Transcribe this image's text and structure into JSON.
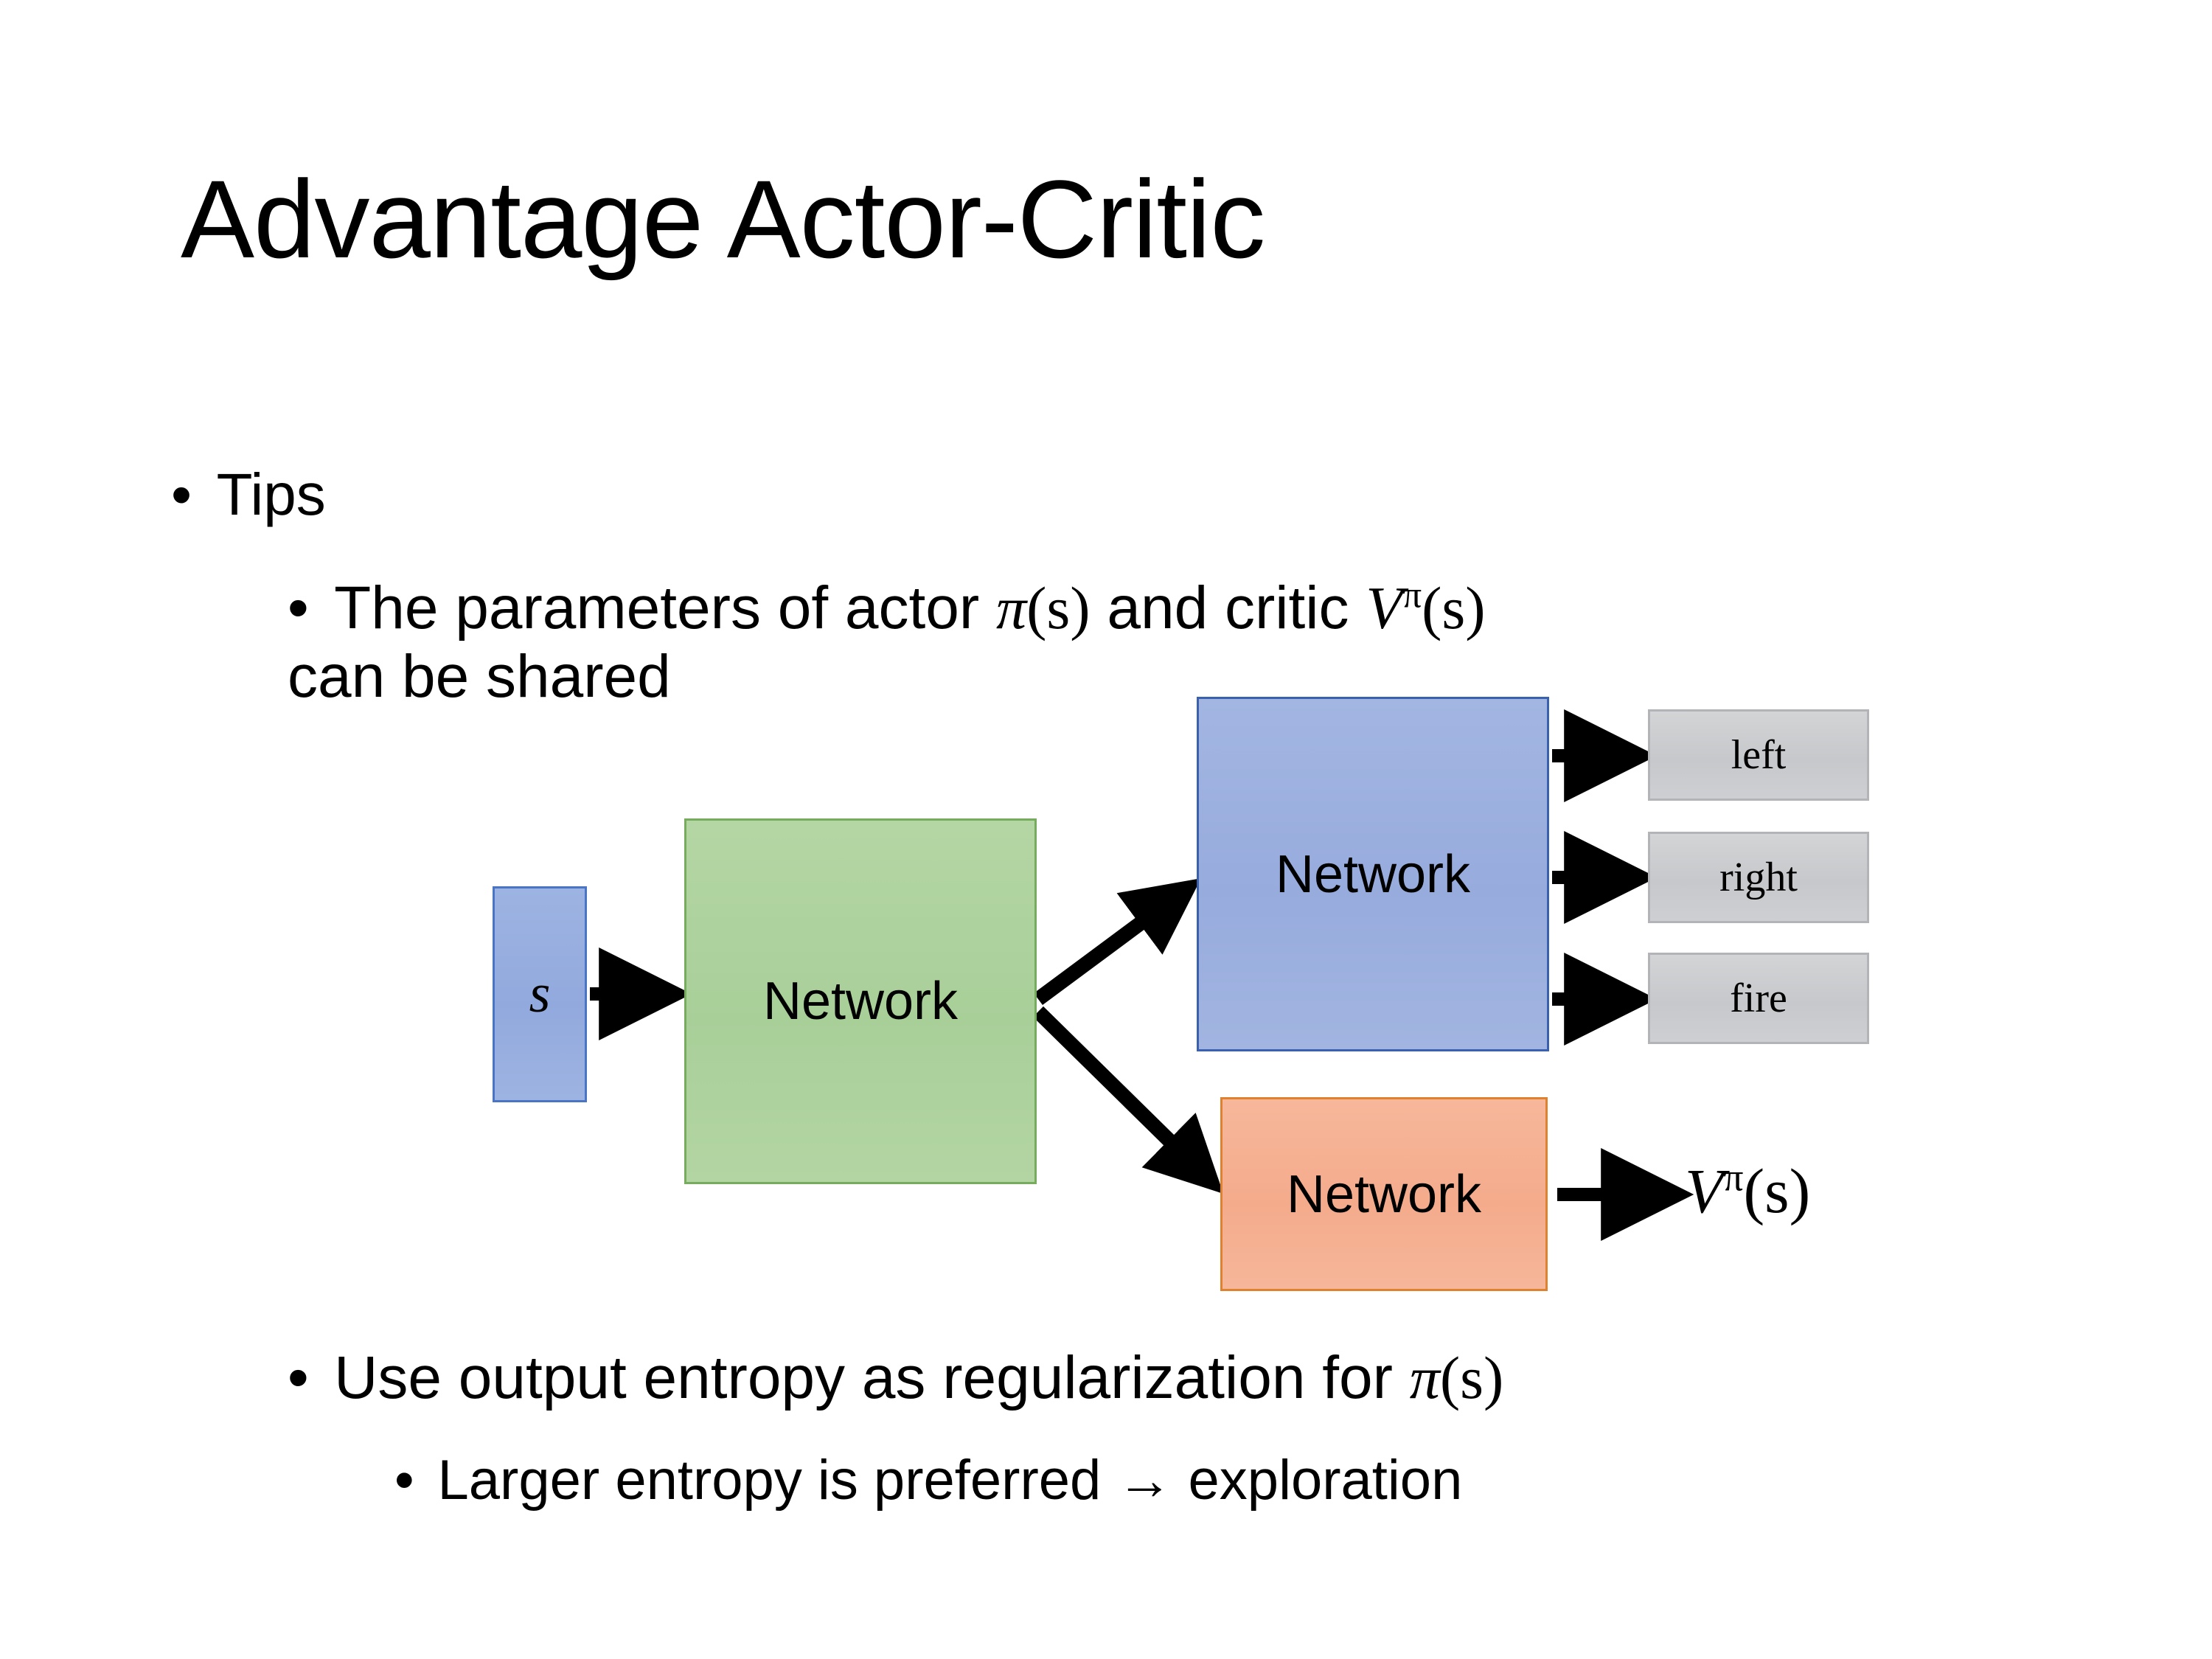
{
  "slide": {
    "title": "Advantage Actor-Critic",
    "background_color": "#ffffff"
  },
  "bullets": {
    "tips": {
      "marker": "•",
      "text": "Tips"
    },
    "shared_params": {
      "marker": "•",
      "text_before_pi": "The parameters of actor ",
      "pi_symbol": "π",
      "pi_arg": "(s)",
      "text_middle": " and critic ",
      "v_symbol": "V",
      "v_superscript": "π",
      "v_arg": "(s)",
      "text_line2": "can be shared"
    },
    "entropy": {
      "marker": "•",
      "text_before_pi": "Use output entropy as regularization for ",
      "pi_symbol": "π",
      "pi_arg": "(s)"
    },
    "larger_entropy": {
      "marker": "•",
      "text": "Larger entropy is preferred → exploration"
    }
  },
  "diagram": {
    "input_node": {
      "label": "s",
      "fill": "#97abdd",
      "stroke": "#4a74c4"
    },
    "shared_network": {
      "label": "Network",
      "fill": "#a9cf99",
      "stroke": "#77ab5e"
    },
    "actor_network": {
      "label": "Network",
      "fill": "#97abdd",
      "stroke": "#3a61b0"
    },
    "critic_network": {
      "label": "Network",
      "fill": "#f4ab8c",
      "stroke": "#e0812f"
    },
    "action_outputs": [
      {
        "label": "left",
        "fill": "#c6c8cb",
        "stroke": "#b2b4b7"
      },
      {
        "label": "right",
        "fill": "#c6c8cb",
        "stroke": "#b2b4b7"
      },
      {
        "label": "fire",
        "fill": "#c6c8cb",
        "stroke": "#b2b4b7"
      }
    ],
    "value_output": {
      "v_symbol": "V",
      "v_superscript": "π",
      "v_arg": "(s)"
    },
    "arrows": [
      {
        "name": "state-to-shared",
        "from": "input_node",
        "to": "shared_network"
      },
      {
        "name": "shared-to-actor",
        "from": "shared_network",
        "to": "actor_network"
      },
      {
        "name": "shared-to-critic",
        "from": "shared_network",
        "to": "critic_network"
      },
      {
        "name": "actor-to-left",
        "from": "actor_network",
        "to": "left"
      },
      {
        "name": "actor-to-right",
        "from": "actor_network",
        "to": "right"
      },
      {
        "name": "actor-to-fire",
        "from": "actor_network",
        "to": "fire"
      },
      {
        "name": "critic-to-value",
        "from": "critic_network",
        "to": "value_output"
      }
    ]
  }
}
